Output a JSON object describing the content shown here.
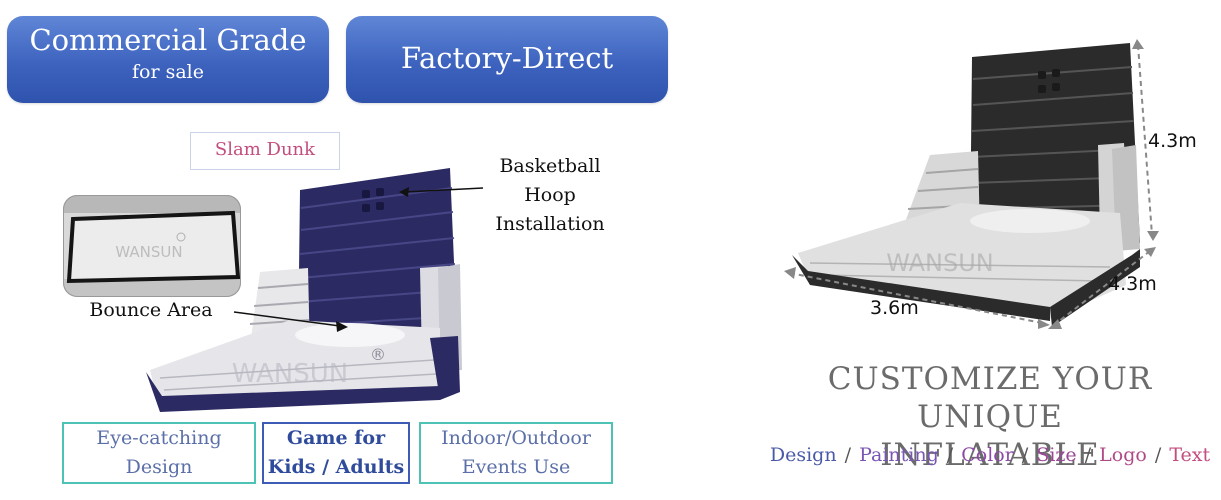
{
  "banners": {
    "left_title": "Commercial Grade",
    "left_sub": "for sale",
    "right_title": "Factory-Direct"
  },
  "product_tag": "Slam Dunk",
  "callouts": {
    "hoop_line1": "Basketball",
    "hoop_line2": "Hoop",
    "hoop_line3": "Installation",
    "bounce": "Bounce Area"
  },
  "brand": {
    "watermark": "WANSUN",
    "registered": "®"
  },
  "features": [
    {
      "line1": "Eye-catching",
      "line2": "Design"
    },
    {
      "line1": "Game for",
      "line2": "Kids / Adults"
    },
    {
      "line1": "Indoor/Outdoor",
      "line2": "Events Use"
    }
  ],
  "dimensions": {
    "height": "4.3m",
    "depth": "4.3m",
    "width": "3.6m"
  },
  "headline": {
    "line1": "CUSTOMIZE YOUR UNIQUE",
    "line2": "INFLATABLE"
  },
  "options": {
    "design": "Design",
    "painting": "Painting",
    "color": "Color",
    "size": "Size",
    "logo": "Logo",
    "text": "Text",
    "separator": " / "
  },
  "colors": {
    "banner_blue": "#3d63bf",
    "navy": "#2c2a63",
    "teal": "#4dc3b6",
    "pink": "#c34d7e",
    "charcoal": "#2b2b2b"
  }
}
